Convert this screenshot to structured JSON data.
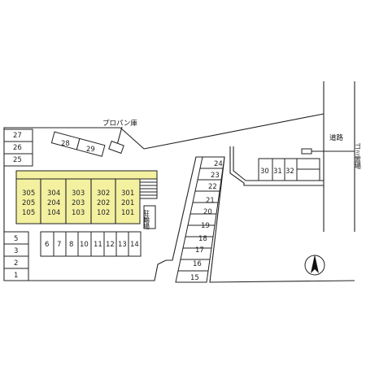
{
  "map": {
    "labels": {
      "propane": "プロパン庫",
      "road": "道路",
      "garbage": "ゴミ置場",
      "bicycle": "駐輪場"
    },
    "building": {
      "fill": "#f3f0a0",
      "units": [
        [
          "305",
          "205",
          "105"
        ],
        [
          "304",
          "204",
          "104"
        ],
        [
          "303",
          "203",
          "103"
        ],
        [
          "302",
          "202",
          "102"
        ],
        [
          "301",
          "201",
          "101"
        ]
      ]
    },
    "spaces": {
      "left_top": [
        "27",
        "26",
        "25"
      ],
      "top_pair": [
        "28",
        "29"
      ],
      "left_bottom": [
        "5",
        "3",
        "2",
        "1"
      ],
      "bottom_row": [
        "6",
        "7",
        "8",
        "10",
        "11",
        "12",
        "13",
        "14"
      ],
      "diagonal": [
        "24",
        "23",
        "22",
        "21",
        "20",
        "19",
        "18",
        "17",
        "16",
        "15"
      ],
      "right": [
        "30",
        "31",
        "32"
      ]
    },
    "north_icon": "north-arrow-icon"
  }
}
